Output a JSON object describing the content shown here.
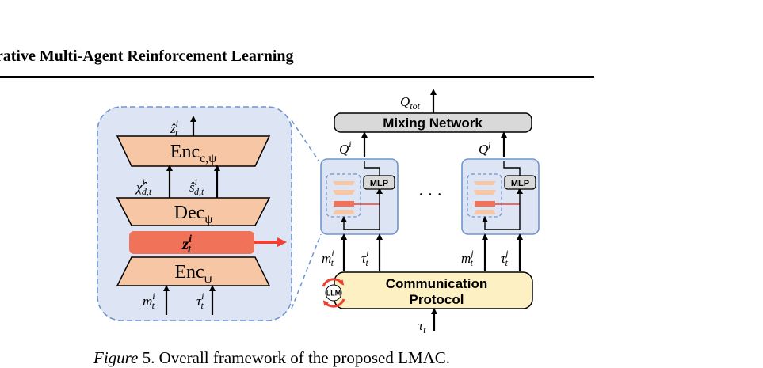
{
  "header": {
    "title": "erative Multi-Agent Reinforcement Learning"
  },
  "left_panel": {
    "enc_c": {
      "label": "Enc",
      "sub": "c,ψ"
    },
    "dec": {
      "label": "Dec",
      "sub": "ψ"
    },
    "z": {
      "base": "z",
      "sup": "i",
      "sub": "t"
    },
    "enc": {
      "label": "Enc",
      "sub": "ψ"
    },
    "z_hat_out": {
      "base": "ẑ",
      "sup": "i",
      "sub": "t"
    },
    "chi_hat": {
      "base": "χ̂",
      "sup": "i",
      "sub": "d,t"
    },
    "s_hat": {
      "base": "ŝ",
      "sup": "i",
      "sub": "d,t"
    },
    "m_in": {
      "base": "m",
      "sup": "i",
      "sub": "t"
    },
    "tau_in": {
      "base": "τ",
      "sup": "i",
      "sub": "t"
    }
  },
  "right_panel": {
    "q_tot": {
      "base": "Q",
      "sub": "tot"
    },
    "mixing_network": "Mixing Network",
    "q_i": {
      "base": "Q",
      "sup": "i"
    },
    "q_j": {
      "base": "Q",
      "sup": "j"
    },
    "mlp_label": "MLP",
    "ellipsis": "· · ·",
    "m_i": {
      "base": "m",
      "sup": "i",
      "sub": "t"
    },
    "tau_i": {
      "base": "τ",
      "sup": "i",
      "sub": "t"
    },
    "m_j": {
      "base": "m",
      "sup": "j",
      "sub": "t"
    },
    "tau_j": {
      "base": "τ",
      "sup": "j",
      "sub": "t"
    },
    "comm_line1": "Communication",
    "comm_line2": "Protocol",
    "llm": "LLM",
    "tau_t": {
      "base": "τ",
      "sub": "t"
    }
  },
  "caption": {
    "figure_label": "Figure",
    "number": "5.",
    "text": "Overall framework of the proposed LMAC."
  },
  "colors": {
    "panel_fill": "#dde5f5",
    "panel_stroke": "#6f94cf",
    "trapezoid_fill": "#f7c7a5",
    "latent_fill": "#f07259",
    "arrow_red": "#ef4033",
    "mixing_fill": "#d9d9d9",
    "comm_fill": "#fdf0c2"
  }
}
